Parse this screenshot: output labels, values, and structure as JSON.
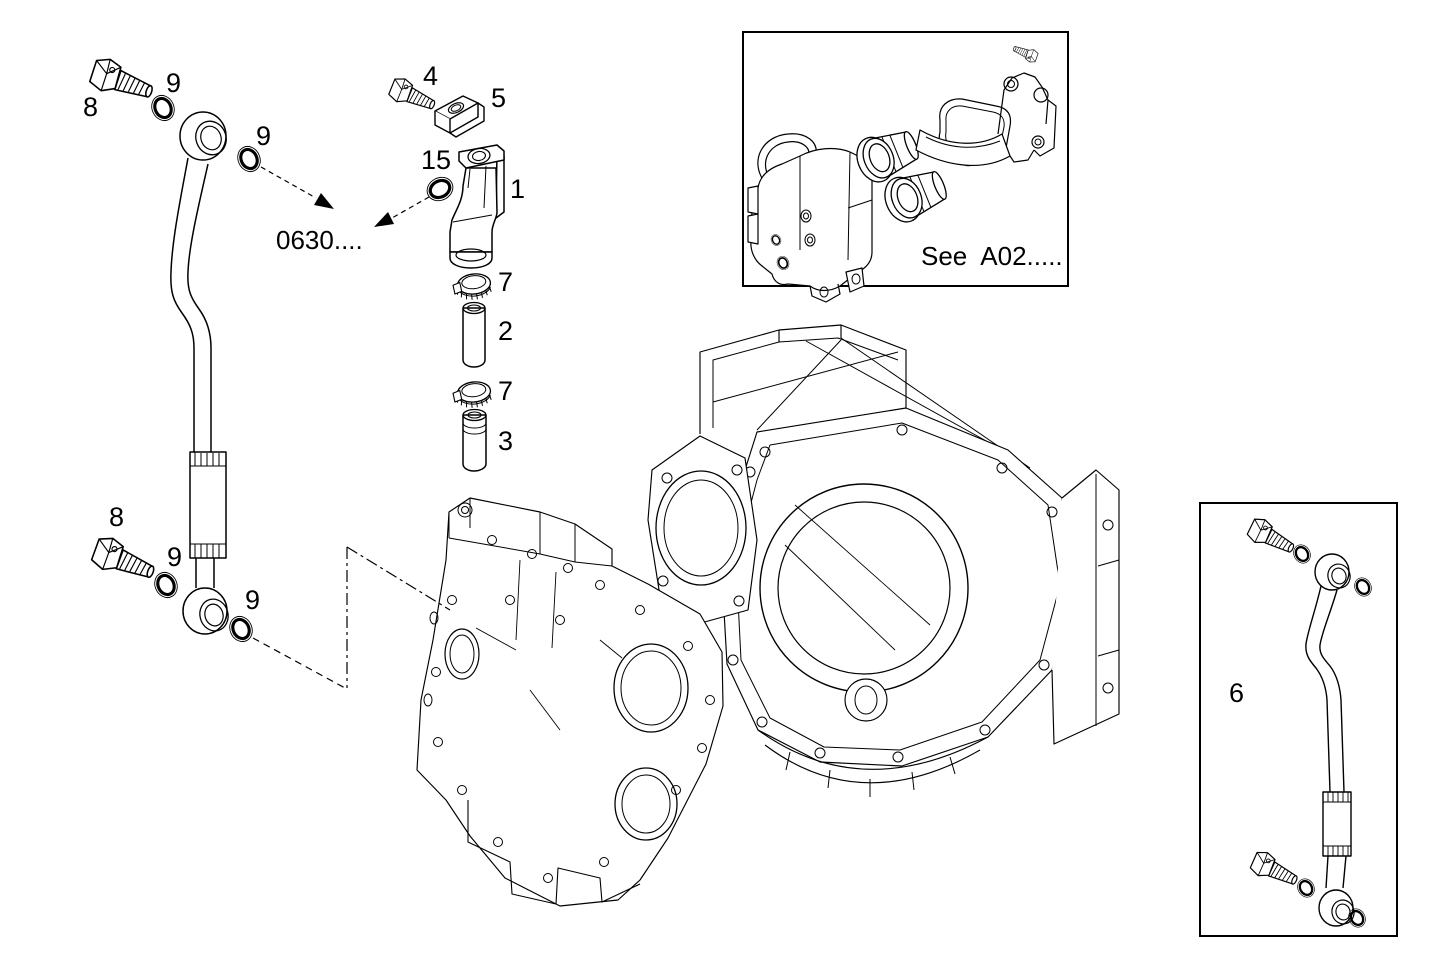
{
  "diagram": {
    "type": "exploded-parts-diagram",
    "background": "#ffffff",
    "line_color": "#000000",
    "callouts": [
      {
        "id": "banjo-bolt-top-left",
        "text": "8"
      },
      {
        "id": "seal-ring-top-left",
        "text": "9"
      },
      {
        "id": "seal-ring-pipe-top",
        "text": "9"
      },
      {
        "id": "hex-bolt",
        "text": "4"
      },
      {
        "id": "bracket",
        "text": "5"
      },
      {
        "id": "seal-ring-elbow",
        "text": "15"
      },
      {
        "id": "elbow-fitting",
        "text": "1"
      },
      {
        "id": "clamp-upper",
        "text": "7"
      },
      {
        "id": "hose",
        "text": "2"
      },
      {
        "id": "clamp-lower",
        "text": "7"
      },
      {
        "id": "tube",
        "text": "3"
      },
      {
        "id": "banjo-bolt-bottom-left",
        "text": "8"
      },
      {
        "id": "seal-ring-bottom-left",
        "text": "9"
      },
      {
        "id": "seal-ring-bottom-right",
        "text": "9"
      },
      {
        "id": "pipe-assembly-boxed",
        "text": "6"
      }
    ],
    "notes": {
      "cross_reference": "0630....",
      "inset_reference": "See  A02....."
    }
  }
}
